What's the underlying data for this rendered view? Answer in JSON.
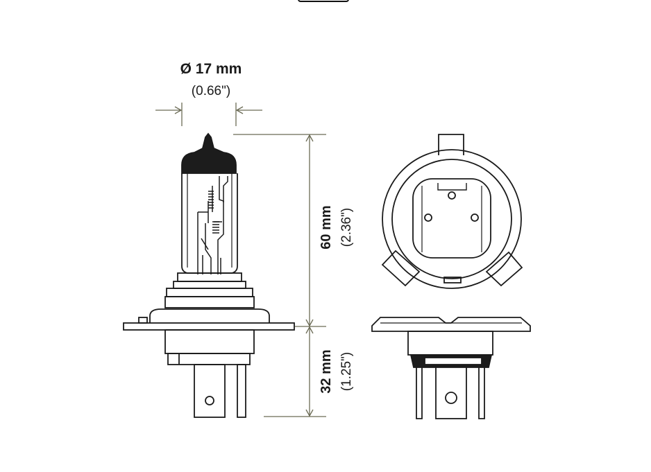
{
  "dimensions": {
    "diameter": {
      "label": "Ø 17 mm",
      "imperial": "(0.66\")"
    },
    "height_upper": {
      "label": "60  mm",
      "imperial": "(2.36\")"
    },
    "height_lower": {
      "label": "32 mm",
      "imperial": "(1.25\")"
    }
  },
  "colors": {
    "line": "#2b2b2b",
    "dim_line": "#6b6b55",
    "fill_dark": "#1c1c1c",
    "background": "#ffffff"
  }
}
